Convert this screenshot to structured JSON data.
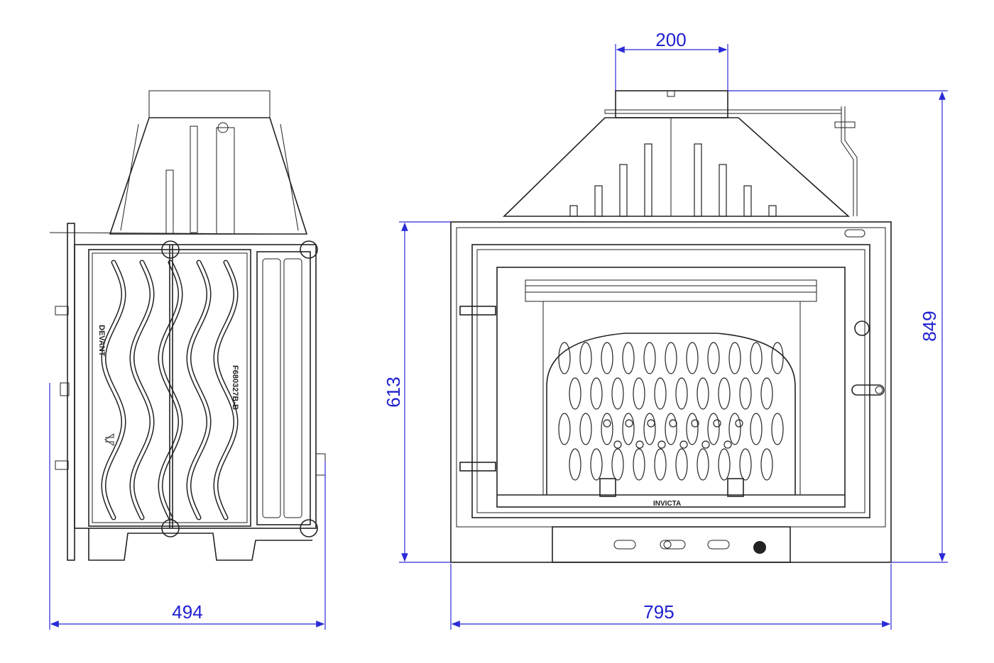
{
  "title": "Fireplace insert dimension drawing",
  "colors": {
    "dimension": "#2a2ad8",
    "line": "#222222"
  },
  "side_view": {
    "label_front": "DEVANT",
    "part_number": "F680327B-B",
    "depth_dimension": "494"
  },
  "front_view": {
    "brand_logo": "INVICTA",
    "width_dimension": "795",
    "flue_dimension": "200",
    "frame_height_dimension": "613",
    "total_height_dimension": "849"
  }
}
